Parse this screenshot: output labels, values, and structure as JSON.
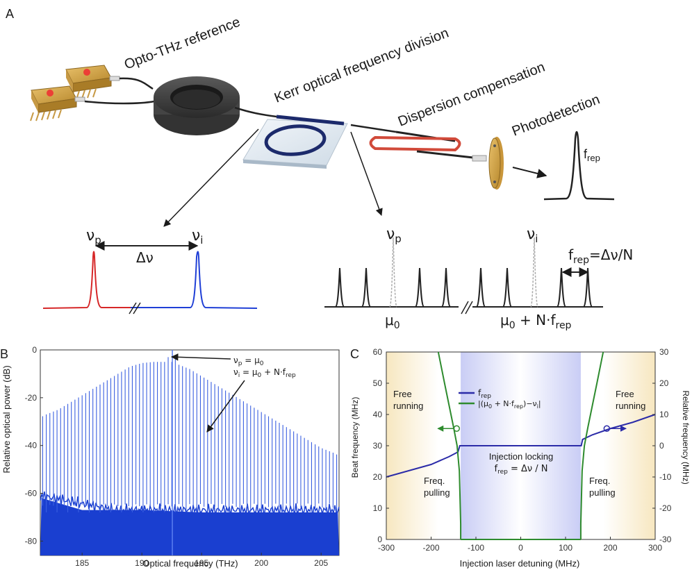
{
  "panel_a": {
    "letter": "A",
    "opto_thz_reference": "Opto-THz reference",
    "kerr_division": "Kerr optical frequency division",
    "dispersion_compensation": "Dispersion compensation",
    "photodetection": "Photodetection",
    "frep": "f",
    "frep_sub": "rep",
    "nu_p": "ν",
    "nu_p_sub": "p",
    "nu_i": "ν",
    "nu_i_sub": "i",
    "delta_nu": "Δν",
    "mu0": "μ",
    "mu0_sub": "0",
    "mu0_plus": "μ",
    "mu0_plus_sub": "0",
    "mu0_plus_rest": " + N·f",
    "mu0_plus_rest_sub": "rep",
    "frep_eq_main": "f",
    "frep_eq_sub": "rep",
    "frep_eq_rest": "=Δν/N",
    "colors": {
      "pump": "#d62728",
      "idler": "#1f3fd6",
      "comb": "#222222",
      "ring": "#1c2a6b",
      "fiber_red": "#d14a3a"
    }
  },
  "panel_b": {
    "letter": "B",
    "ylabel": "Relative optical power (dB)",
    "xlabel": "Optical frequency (THz)",
    "annotation_line1_main": "ν",
    "annotation_line1_sub": "p",
    "annotation_line1_rest": " = μ",
    "annotation_line1_sub2": "0",
    "annotation_line2_main": "ν",
    "annotation_line2_sub": "i",
    "annotation_line2_rest": " = μ",
    "annotation_line2_sub2": "0",
    "annotation_line2_rest2": " + N·f",
    "annotation_line2_sub3": "rep"
  },
  "panel_c": {
    "letter": "C",
    "ylabel_left": "Beat frequency (MHz)",
    "ylabel_right": "Relative frequency (MHz)",
    "xlabel": "Injection laser detuning (MHz)",
    "free_running_left_1": "Free",
    "free_running_left_2": "running",
    "free_running_right_1": "Free",
    "free_running_right_2": "running",
    "freq_pulling_left_1": "Freq.",
    "freq_pulling_left_2": "pulling",
    "freq_pulling_right_1": "Freq.",
    "freq_pulling_right_2": "pulling",
    "injection_locking": "Injection locking",
    "injection_eq_main": "f",
    "injection_eq_sub": "rep",
    "injection_eq_rest": " = Δν / N",
    "legend_frep_main": "f",
    "legend_frep_sub": "rep",
    "legend_beat": "|(μ",
    "legend_beat_sub0": "0",
    "legend_beat_mid": " + N·f",
    "legend_beat_sub1": "rep",
    "legend_beat_end": ")−ν",
    "legend_beat_sub2": "i",
    "legend_beat_close": "|",
    "colors": {
      "frep": "#2b2ba8",
      "beat": "#2e8b2e"
    }
  },
  "chart_data": [
    {
      "type": "line",
      "title": "",
      "xlabel": "Optical frequency (THz)",
      "ylabel": "Relative optical power (dB)",
      "xlim": [
        181.5,
        206.5
      ],
      "ylim": [
        -86,
        0
      ],
      "x_ticks": [
        185,
        190,
        195,
        200,
        205
      ],
      "y_ticks": [
        0,
        -20,
        -40,
        -60,
        -80
      ],
      "series": [
        {
          "values_description": "comb line peaks",
          "x": [
            181.6,
            182.0,
            183.0,
            184.0,
            185.0,
            186.0,
            187.0,
            188.0,
            189.0,
            190.0,
            191.0,
            192.0,
            192.5,
            193.0,
            194.0,
            195.0,
            196.0,
            197.0,
            198.0,
            199.0,
            200.0,
            201.0,
            202.0,
            203.0,
            204.0,
            205.0,
            206.0,
            206.4
          ],
          "y": [
            -28,
            -27,
            -25,
            -22,
            -19,
            -16,
            -13,
            -10,
            -7,
            -5.5,
            -5,
            -5,
            0,
            -6,
            -8,
            -11,
            -14,
            -17,
            -20,
            -23,
            -26,
            -29,
            -32,
            -35,
            -38,
            -41,
            -43,
            -44
          ]
        },
        {
          "values_description": "noise floor",
          "x": [
            181.6,
            185,
            190,
            195,
            200,
            206.4
          ],
          "y": [
            -62,
            -67,
            -67,
            -68,
            -68,
            -68
          ]
        }
      ]
    },
    {
      "type": "line",
      "title": "",
      "xlabel": "Injection laser detuning (MHz)",
      "ylabel": "Beat frequency (MHz)",
      "y2label": "Relative frequency (MHz)",
      "xlim": [
        -300,
        300
      ],
      "ylim": [
        0,
        60
      ],
      "y2lim": [
        -30,
        30
      ],
      "x_ticks": [
        -300,
        -200,
        -100,
        0,
        100,
        200,
        300
      ],
      "y_ticks": [
        0,
        10,
        20,
        30,
        40,
        50,
        60
      ],
      "y2_ticks": [
        -30,
        -20,
        -10,
        0,
        10,
        20,
        30
      ],
      "series": [
        {
          "name": "frep",
          "axis": "right",
          "x": [
            -300,
            -250,
            -200,
            -160,
            -140,
            -136,
            135,
            138,
            160,
            200,
            250,
            300
          ],
          "y": [
            -10,
            -8,
            -6,
            -3.5,
            -2,
            0,
            0,
            2,
            3.5,
            5.5,
            7.5,
            10
          ]
        },
        {
          "name": "beat",
          "axis": "left",
          "x": [
            -184,
            -170,
            -160,
            -150,
            -142,
            -137,
            -134,
            -134,
            134,
            134,
            137,
            142,
            150,
            160,
            170,
            184
          ],
          "y": [
            60,
            50,
            43,
            36,
            30,
            22,
            5,
            0,
            0,
            5,
            22,
            30,
            36,
            43,
            50,
            60
          ]
        }
      ]
    }
  ]
}
